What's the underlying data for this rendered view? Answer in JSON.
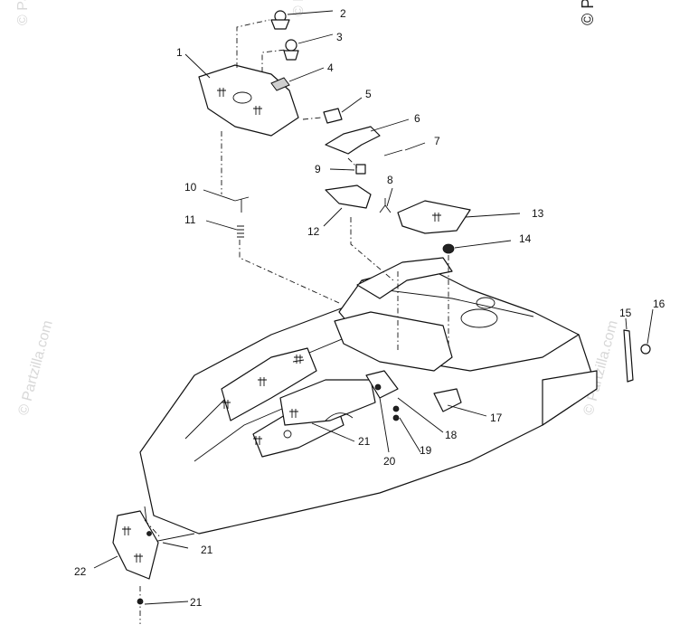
{
  "watermark": {
    "text": "© Partzilla.com",
    "corner_text": "© P"
  },
  "callouts": [
    {
      "id": "c2",
      "text": "2"
    },
    {
      "id": "c3",
      "text": "3"
    },
    {
      "id": "c1",
      "text": "1"
    },
    {
      "id": "c4",
      "text": "4"
    },
    {
      "id": "c5",
      "text": "5"
    },
    {
      "id": "c6",
      "text": "6"
    },
    {
      "id": "c7",
      "text": "7"
    },
    {
      "id": "c9",
      "text": "9"
    },
    {
      "id": "c8",
      "text": "8"
    },
    {
      "id": "c10",
      "text": "10"
    },
    {
      "id": "c11",
      "text": "11"
    },
    {
      "id": "c12",
      "text": "12"
    },
    {
      "id": "c13",
      "text": "13"
    },
    {
      "id": "c14",
      "text": "14"
    },
    {
      "id": "c15",
      "text": "15"
    },
    {
      "id": "c16",
      "text": "16"
    },
    {
      "id": "c17",
      "text": "17"
    },
    {
      "id": "c18",
      "text": "18"
    },
    {
      "id": "c19",
      "text": "19"
    },
    {
      "id": "c20",
      "text": "20"
    },
    {
      "id": "c21a",
      "text": "21"
    },
    {
      "id": "c21b",
      "text": "21"
    },
    {
      "id": "c21c",
      "text": "21"
    },
    {
      "id": "c22",
      "text": "22"
    }
  ]
}
